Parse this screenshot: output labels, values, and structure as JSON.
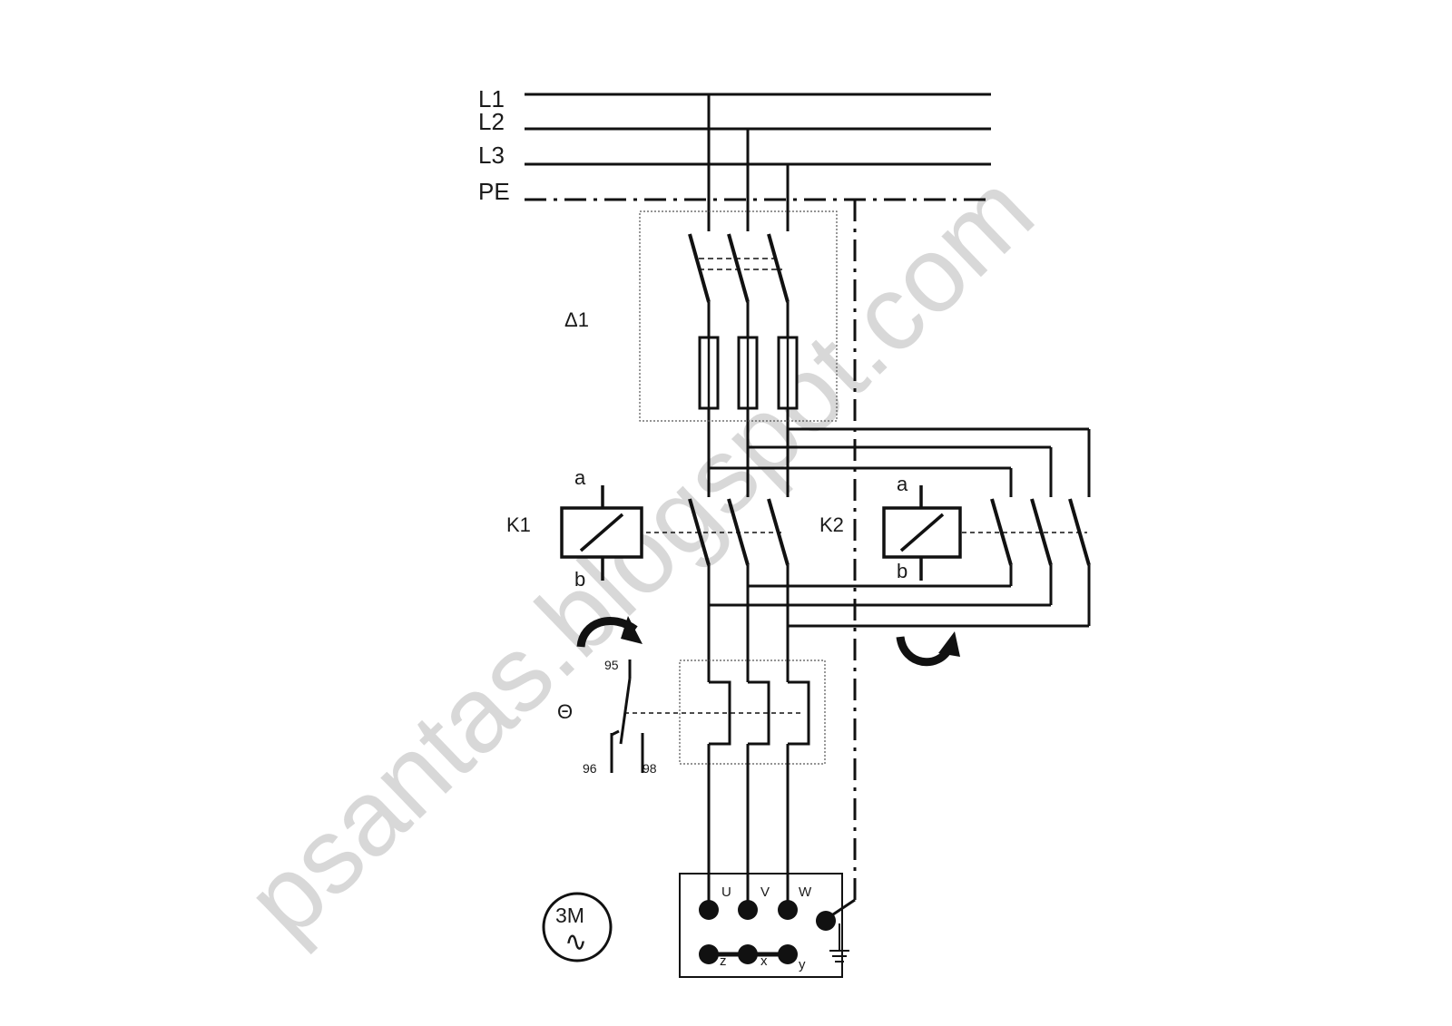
{
  "bus": {
    "l1": "L1",
    "l2": "L2",
    "l3": "L3",
    "pe": "PE"
  },
  "breaker": {
    "label": "Δ1"
  },
  "contactor_k1": {
    "label": "K1",
    "terminal_a": "a",
    "terminal_b": "b"
  },
  "contactor_k2": {
    "label": "K2",
    "terminal_a": "a",
    "terminal_b": "b"
  },
  "overload_relay": {
    "label": "Θ",
    "contact_95": "95",
    "contact_96": "96",
    "contact_98": "98"
  },
  "motor": {
    "symbol_top": "3M",
    "symbol_bottom": "∿",
    "terminal_u": "U",
    "terminal_v": "V",
    "terminal_w": "W",
    "terminal_z": "z",
    "terminal_x": "x",
    "terminal_y": "y"
  },
  "watermark": {
    "text": "psantas.blogspot.com"
  }
}
